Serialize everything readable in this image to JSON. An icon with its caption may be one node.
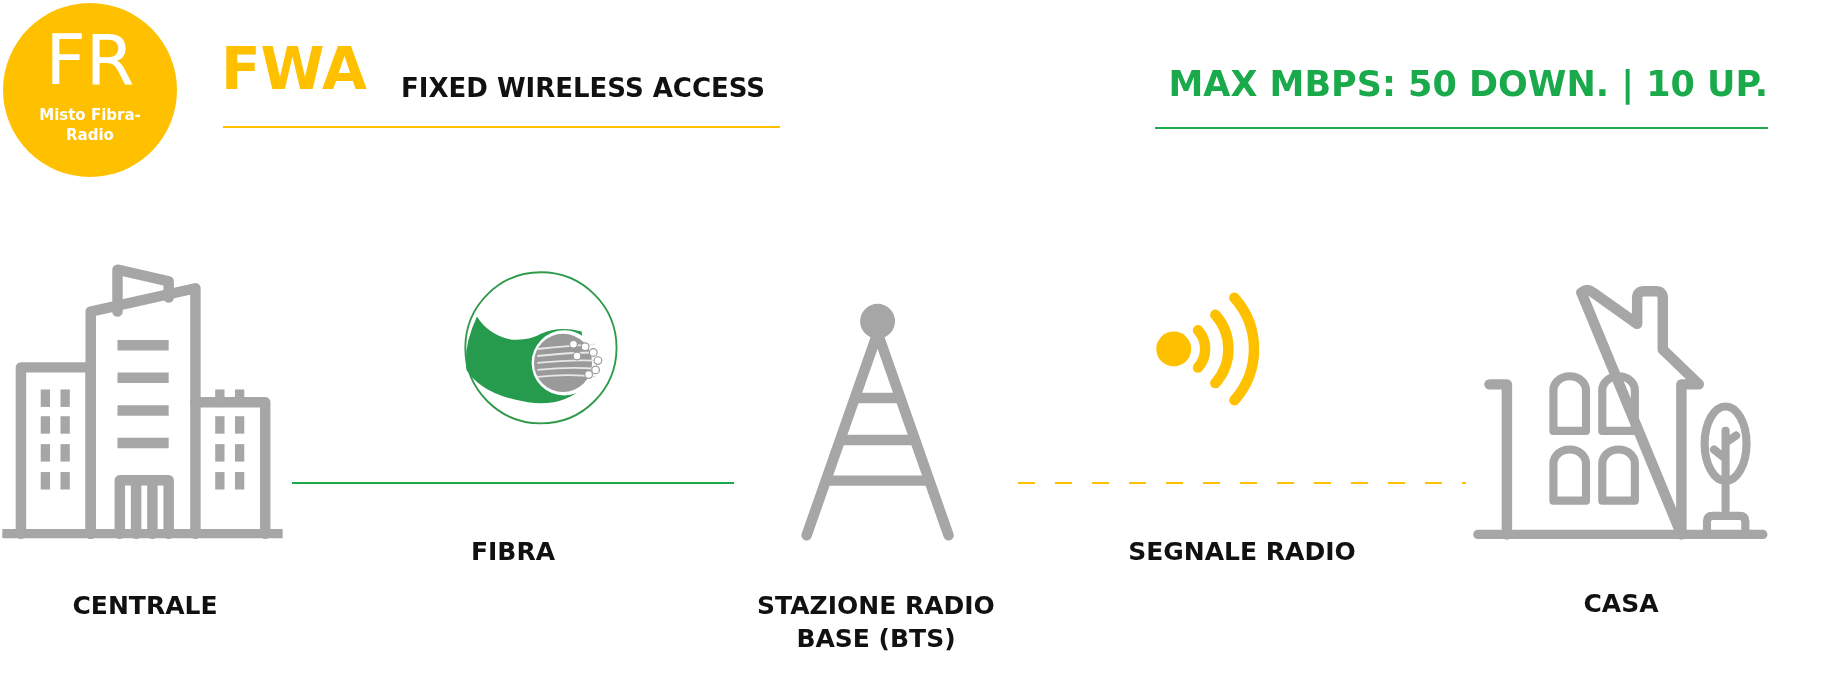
{
  "diagram": {
    "title": "FWA",
    "nodes": [
      {
        "text": [
          "FR",
          "Misto Fibra-Radio"
        ]
      },
      {
        "text": [
          "CENTRALE"
        ]
      },
      {
        "text": [
          "STAZIONE RADIO BASE (BTS)"
        ]
      },
      {
        "text": [
          "CASA"
        ]
      }
    ],
    "edges": [
      {
        "from": 1,
        "to": 2,
        "arrow": "none",
        "label": "FIBRA",
        "color": "#1aaa4b"
      },
      {
        "from": 2,
        "to": 3,
        "arrow": "none",
        "label": "SEGNALE RADIO",
        "style": "dashed",
        "color": "#ffc000"
      }
    ],
    "labels": [
      "FIXED WIRELESS ACCESS",
      "MAX MBPS: 50 DOWN. | 10 UP."
    ]
  }
}
